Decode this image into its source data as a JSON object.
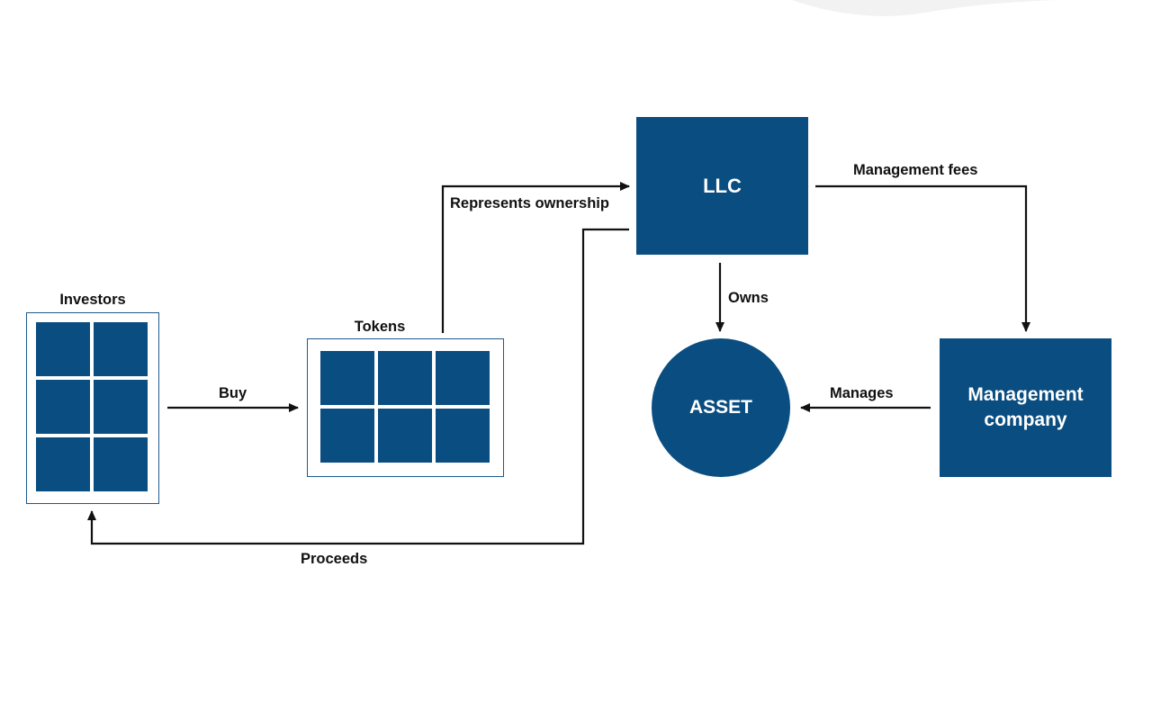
{
  "colors": {
    "node_fill": "#0a4d80",
    "frame_stroke": "#1d5a8c",
    "arrow": "#111111",
    "background": "#ffffff"
  },
  "groups": {
    "investors_label": "Investors",
    "tokens_label": "Tokens"
  },
  "nodes": {
    "llc": "LLC",
    "asset": "ASSET",
    "management_company_line1": "Management",
    "management_company_line2": "company"
  },
  "edges": {
    "buy": "Buy",
    "represents_ownership": "Represents ownership",
    "proceeds": "Proceeds",
    "management_fees": "Management fees",
    "owns": "Owns",
    "manages": "Manages"
  }
}
